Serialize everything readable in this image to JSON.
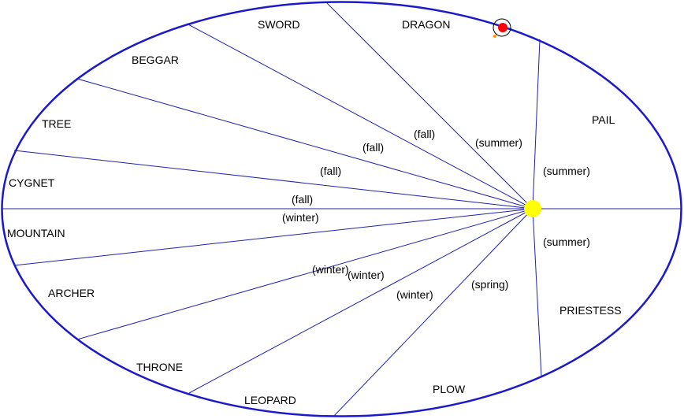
{
  "colors": {
    "orbit": "#1a1acc",
    "spokes": "#2020b0",
    "sun": "#ffff00",
    "planet": "#ff0000",
    "moon": "#ff9900",
    "planet_ring": "#000000"
  },
  "sectors": [
    {
      "label": "SWORD"
    },
    {
      "label": "DRAGON"
    },
    {
      "label": "PAIL"
    },
    {
      "label": "PRIESTESS"
    },
    {
      "label": "PLOW"
    },
    {
      "label": "LEOPARD"
    },
    {
      "label": "THRONE"
    },
    {
      "label": "ARCHER"
    },
    {
      "label": "MOUNTAIN"
    },
    {
      "label": "CYGNET"
    },
    {
      "label": "TREE"
    },
    {
      "label": "BEGGAR"
    }
  ],
  "seasons": {
    "fall": "(fall)",
    "summer": "(summer)",
    "spring": "(spring)",
    "winter": "(winter)"
  }
}
